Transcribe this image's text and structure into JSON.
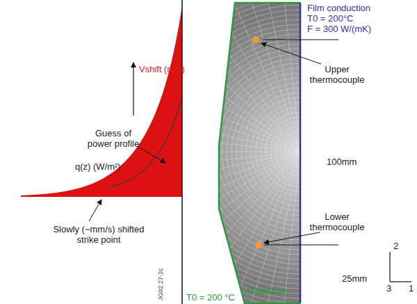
{
  "diagram": {
    "labels": [
      "Vshift (m/s)",
      "Guess of power profile",
      "q(z) (W/m²)",
      "Slowly (~mm/s) shifted strike point",
      "JG02.27-2c",
      "Film conduction",
      "T0 = 200°C",
      "F = 300 W/(mK)",
      "Upper thermocouple",
      "100mm",
      "Lower thermocouple",
      "Radiation",
      "T0 = 200 °C",
      "25mm",
      "2",
      "3",
      "1"
    ]
  }
}
